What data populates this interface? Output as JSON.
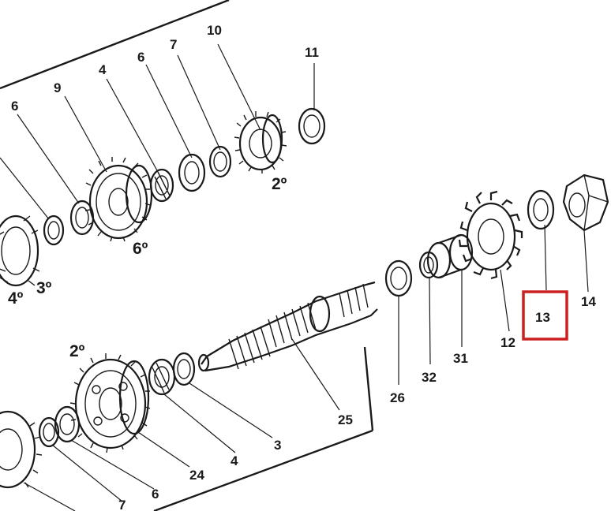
{
  "callouts": {
    "c10": "10",
    "c7a": "7",
    "c6a": "6",
    "c11": "11",
    "c9": "9",
    "c4a": "4",
    "c6b": "6",
    "c14": "14",
    "c13": "13",
    "c12": "12",
    "c31": "31",
    "c32": "32",
    "c26": "26",
    "c25": "25",
    "c3": "3",
    "c4b": "4",
    "c24": "24",
    "c6c": "6",
    "c7b": "7"
  },
  "gear_labels": {
    "g2_top": "2º",
    "g6": "6º",
    "g4": "4º",
    "g3": "3º",
    "g2_bottom": "2º"
  },
  "highlight": {
    "part": "13",
    "color": "#cc2020"
  }
}
